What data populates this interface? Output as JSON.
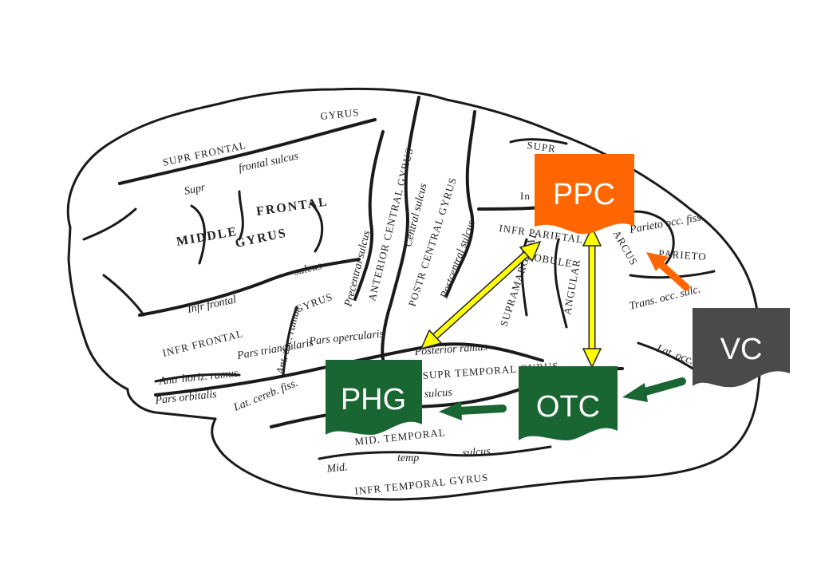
{
  "regions": {
    "ppc": {
      "label": "PPC",
      "color": "#ff6600"
    },
    "vc": {
      "label": "VC",
      "color": "#4a4a4a"
    },
    "phg": {
      "label": "PHG",
      "color": "#1a6632"
    },
    "otc": {
      "label": "OTC",
      "color": "#1a6632"
    }
  },
  "arrow_colors": {
    "bidirectional": "#ffff00",
    "feedforward_green": "#1a6632",
    "feedforward_orange": "#ff6600"
  },
  "anatomy_labels": {
    "supr_frontal_gyrus_1": "SUPR FRONTAL",
    "supr_frontal_gyrus_2": "GYRUS",
    "supr_frontal_sulcus_1": "Supr",
    "supr_frontal_sulcus_2": "frontal sulcus",
    "middle_frontal_1": "MIDDLE",
    "middle_frontal_2": "FRONTAL",
    "middle_frontal_3": "GYRUS",
    "inf_frontal_sulcus_1": "Infr frontal",
    "inf_frontal_sulcus_2": "sulcus",
    "inf_frontal_gyrus_1": "INFR FRONTAL",
    "inf_frontal_gyrus_2": "GYRUS",
    "precentral_sulcus": "Precentral sulcus",
    "anterior_central_gyrus": "ANTERIOR CENTRAL GYRUS",
    "central_sulcus": "Central sulcus",
    "postr_central_gyrus": "POSTR CENTRAL GYRUS",
    "postcentral_sulcus": "Postcentral sulcus",
    "supr_parietal": "SUPR",
    "intraparietal": "In",
    "inf_parietal": "INFR PARIETAL",
    "lobule": "LOBULE",
    "supramarginal": "SUPRAMARGINAL",
    "angular": "ANGULAR",
    "parieto_occ_fiss": "Parieto occ. fiss.",
    "arcus": "ARCUS",
    "parieto_occ": "PARIETO",
    "trans_occ_sulc": "Trans. occ. sulc.",
    "lat_occ_sulcus": "Lat. occ.",
    "pars_triangularis": "Pars triangularis",
    "pars_opercularis": "Pars opercularis",
    "ant_asc_ramus": "Ant. asc. ramus",
    "ant_horiz_ramus": "Antr horiz. ramus",
    "pars_orbitalis": "Pars orbitalis",
    "lat_cereb_fissure": "Lat. cereb. fiss.",
    "posterior_ramus": "Posterior ramus",
    "supr_temporal_gyrus": "SUPR TEMPORAL GYRUS",
    "supr_temporal_sulcus": "sulcus",
    "mid_temporal_gyrus": "MID. TEMPORAL",
    "mid_temp_sulcus_1": "Mid.",
    "mid_temp_sulcus_2": "temp",
    "mid_temp_sulcus_3": "sulcus",
    "inf_temporal_gyrus": "INFR TEMPORAL GYRUS"
  }
}
